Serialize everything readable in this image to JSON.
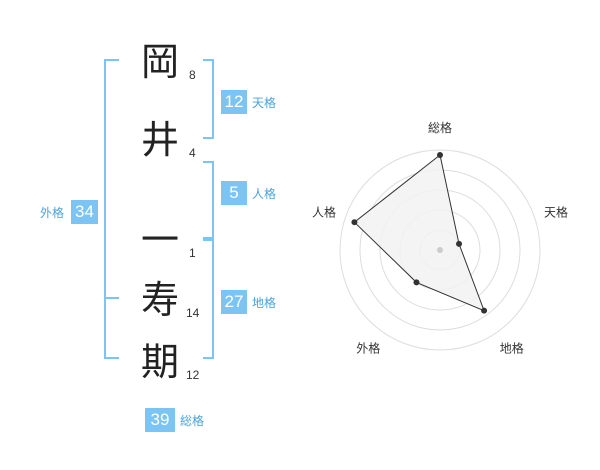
{
  "colors": {
    "accent": "#4aa3df",
    "badge": "#7cc4f4",
    "bracket": "#7cc4f4"
  },
  "name": {
    "chars": [
      {
        "char": "岡",
        "strokes": "8"
      },
      {
        "char": "井",
        "strokes": "4"
      },
      {
        "char": "一",
        "strokes": "1"
      },
      {
        "char": "寿",
        "strokes": "14"
      },
      {
        "char": "期",
        "strokes": "12"
      }
    ]
  },
  "kaku": {
    "tenkaku": {
      "value": "12",
      "label": "天格"
    },
    "jinkaku": {
      "value": "5",
      "label": "人格"
    },
    "chikaku": {
      "value": "27",
      "label": "地格"
    },
    "gaikaku": {
      "value": "34",
      "label": "外格"
    },
    "soukaku": {
      "value": "39",
      "label": "総格"
    }
  },
  "radar": {
    "axes": [
      "総格",
      "天格",
      "地格",
      "外格",
      "人格"
    ],
    "values": [
      0.95,
      0.2,
      0.75,
      0.4,
      0.9
    ],
    "max": 1
  }
}
